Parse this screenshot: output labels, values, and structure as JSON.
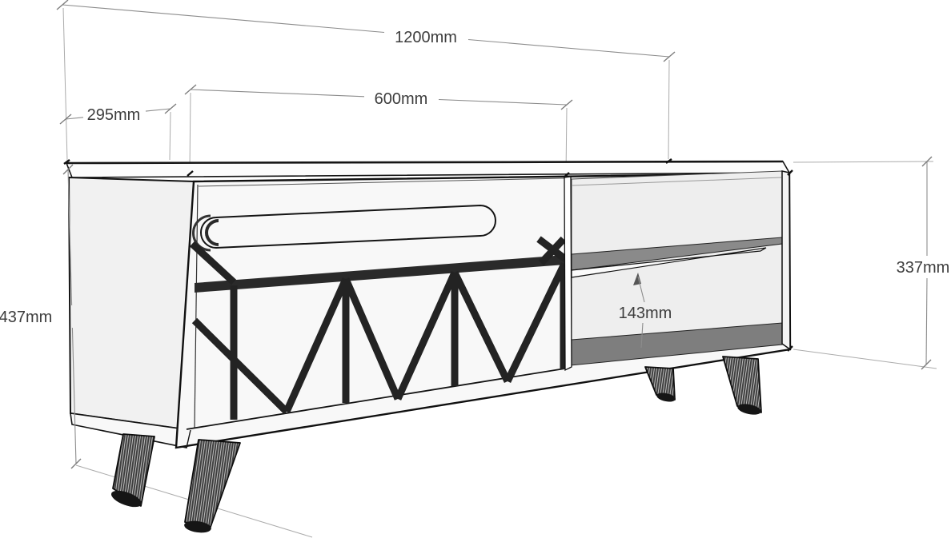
{
  "drawing": {
    "kind": "furniture technical drawing",
    "subject": "TV stand with chevron-pattern doors, open shelf compartment and splayed tapered legs",
    "units": "mm"
  },
  "dimensions": {
    "total_width": "1200mm",
    "left_section_width": "600mm",
    "depth": "295mm",
    "total_height": "437mm",
    "carcass_height": "337mm",
    "shelf_gap": "143mm"
  },
  "colors": {
    "background": "#ffffff",
    "ink": "#141414",
    "dimension_line": "#8c8c8c",
    "label_text": "#3d3d3d",
    "panel_light": "#f1f1f1",
    "front_face": "#f8f8f8",
    "interior_gray": "#eeeeee",
    "shelf_gray": "#8a8a8a",
    "bottom_gray": "#7e7e7e"
  }
}
